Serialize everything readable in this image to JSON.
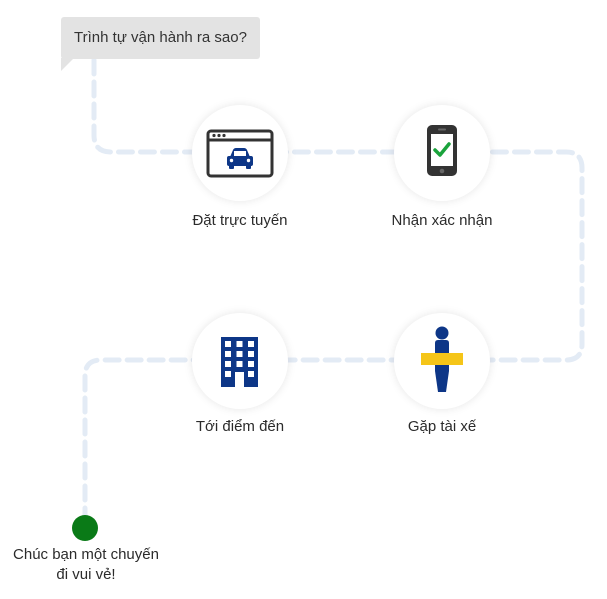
{
  "question": "Trình tự vận hành ra sao?",
  "steps": [
    {
      "label": "Đặt trực tuyến",
      "icon": "online-booking-icon"
    },
    {
      "label": "Nhận xác nhận",
      "icon": "phone-confirmation-icon"
    },
    {
      "label": "Gặp tài xế",
      "icon": "meet-driver-icon"
    },
    {
      "label": "Tới điểm đến",
      "icon": "destination-building-icon"
    }
  ],
  "end": {
    "line1": "Chúc bạn một chuyến",
    "line2": "đi vui vẻ!"
  },
  "colors": {
    "path": "#e3ebf5",
    "icon_dark": "#333333",
    "icon_navy": "#0d3687",
    "accent_yellow": "#f5c518",
    "check_green": "#1aa33c",
    "end_dot": "#0a7a17",
    "bubble_bg": "#e3e3e3"
  }
}
